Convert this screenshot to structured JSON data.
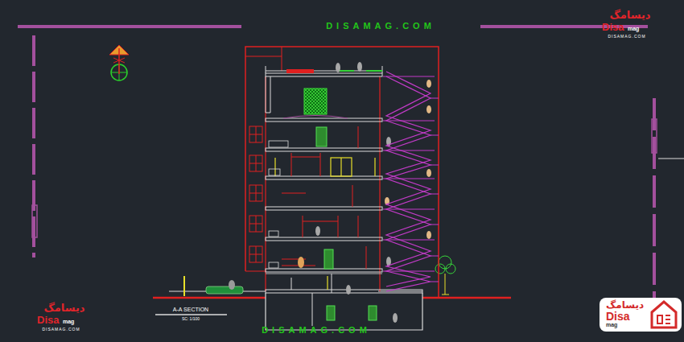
{
  "diagram": {
    "nodes": [
      {
        "text": [
          "دیسامگ",
          "Disa",
          "mag"
        ]
      }
    ],
    "labels": [
      "DISAMAG.COM",
      "دیسامگ",
      "Disa",
      "mag",
      "DISAMAG.COM",
      "دیسامگ",
      "Disa",
      "mag",
      "DISAMAG.COM",
      "A-A SECTION",
      "SC: 1/100",
      "DISAMAG.COM"
    ]
  }
}
